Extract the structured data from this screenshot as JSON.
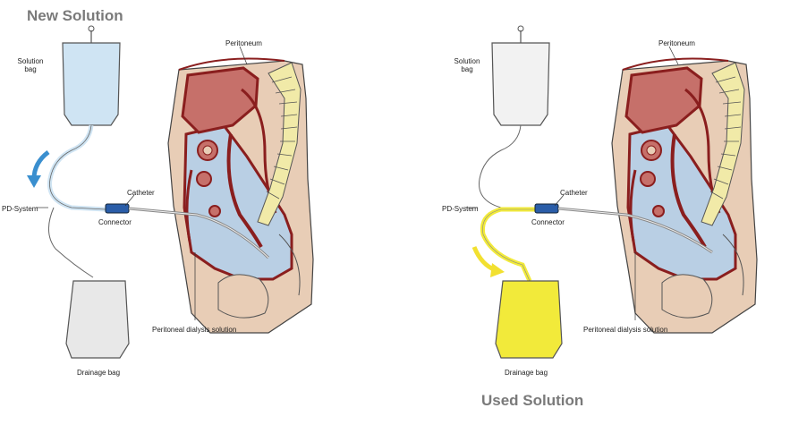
{
  "panels": [
    {
      "title": "New Solution",
      "labels": {
        "solution_bag": "Solution bag",
        "pd_system": "PD-System",
        "catheter": "Catheter",
        "connector": "Connector",
        "peritoneum": "Peritoneum",
        "peritoneal_dialysis_solution": "Peritoneal dialysis solution",
        "drainage_bag": "Drainage bag"
      },
      "colors": {
        "solution_bag": "#cfe4f3",
        "tubing": "#cfe4f3",
        "drainage_bag": "#e8e8e8",
        "flow_arrow": "#3a8fcf"
      }
    },
    {
      "title": "Used Solution",
      "labels": {
        "solution_bag": "Solution bag",
        "pd_system": "PD-System",
        "catheter": "Catheter",
        "connector": "Connector",
        "peritoneum": "Peritoneum",
        "peritoneal_dialysis_solution": "Peritoneal dialysis solution",
        "drainage_bag": "Drainage bag"
      },
      "colors": {
        "solution_bag": "#f2f2f2",
        "tubing": "#f2ea3a",
        "drainage_bag": "#f2ea3a",
        "flow_arrow": "#f2e030"
      }
    }
  ],
  "body_colors": {
    "skin": "#e8cdb6",
    "organ_wall": "#9b2a2a",
    "organ_fill": "#c6706a",
    "cavity_fluid": "#b9cfe4",
    "spine": "#f1eaa8"
  },
  "icons": {
    "flow_arrow": "curved-arrow-icon",
    "connector": "connector-icon"
  }
}
